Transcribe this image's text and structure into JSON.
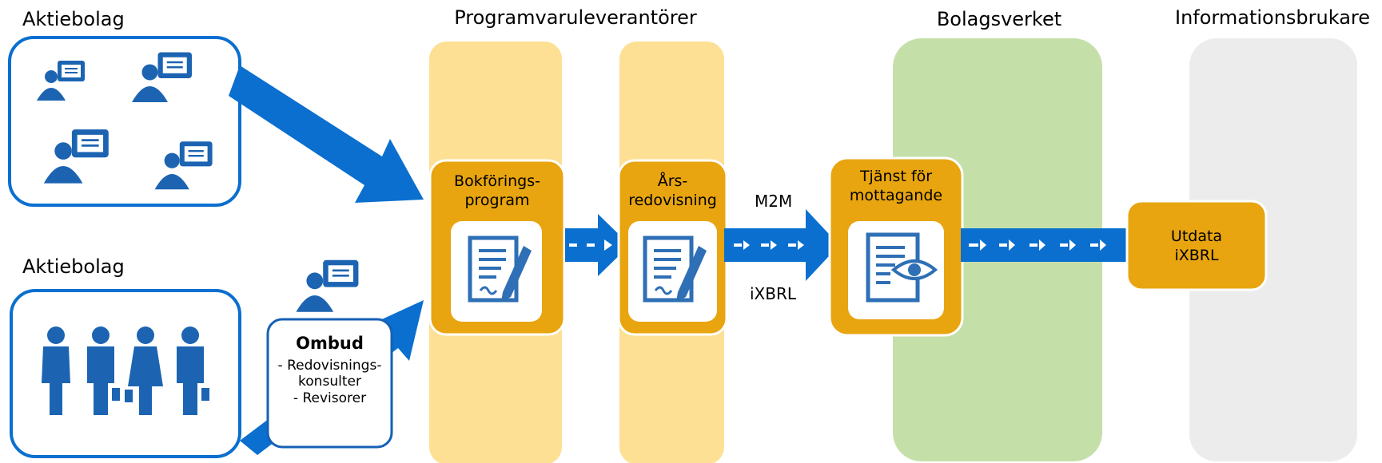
{
  "groups": {
    "aktiebolag_top": "Aktiebolag",
    "aktiebolag_bottom": "Aktiebolag"
  },
  "stages": {
    "software_vendors": "Programvaruleverantörer",
    "bolagsverket": "Bolagsverket",
    "info_users": "Informationsbrukare"
  },
  "boxes": {
    "bookkeeping": "Bokförings-\nprogram",
    "annual_report": "Års-\nredovisning",
    "receiving_service": "Tjänst för\nmottagande",
    "output": "Utdata\niXBRL"
  },
  "arrow_labels": {
    "m2m": "M2M",
    "ixbrl": "iXBRL"
  },
  "agent": {
    "title": "Ombud",
    "items": [
      "- Redovisnings-",
      "konsulter",
      "- Revisorer"
    ]
  },
  "colors": {
    "blue": "#0a6fcf",
    "dark_blue": "#1560b5",
    "orange": "#e8a50f",
    "light_orange": "#fde094",
    "green": "#c5dfa8",
    "grey": "#ececec",
    "icon_blue": "#2e6fb5"
  },
  "icons": [
    "presenter-icon",
    "document-pen-icon",
    "document-eye-icon",
    "people-icon"
  ]
}
